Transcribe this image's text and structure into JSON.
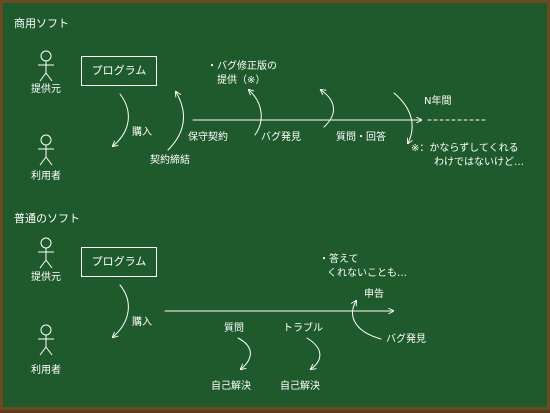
{
  "commercial": {
    "section_title": "商用ソフト",
    "vendor_label": "提供元",
    "user_label": "利用者",
    "program_box": "プログラム",
    "purchase": "購入",
    "contract": "契約締結",
    "maintenance_contract": "保守契約",
    "bug_found": "バグ発見",
    "qa": "質問・回答",
    "fix_line1": "・バグ修正版の",
    "fix_line2": "提供（※）",
    "years": "N年間",
    "note_line1": "※：かならずしてくれる",
    "note_line2": "わけではないけど…"
  },
  "normal": {
    "section_title": "普通のソフト",
    "vendor_label": "提供元",
    "user_label": "利用者",
    "program_box": "プログラム",
    "purchase": "購入",
    "answer_line1": "・答えて",
    "answer_line2": "くれないことも…",
    "report": "申告",
    "bug_found": "バグ発見",
    "question": "質問",
    "trouble": "トラブル",
    "self_solve_1": "自己解決",
    "self_solve_2": "自己解決"
  }
}
